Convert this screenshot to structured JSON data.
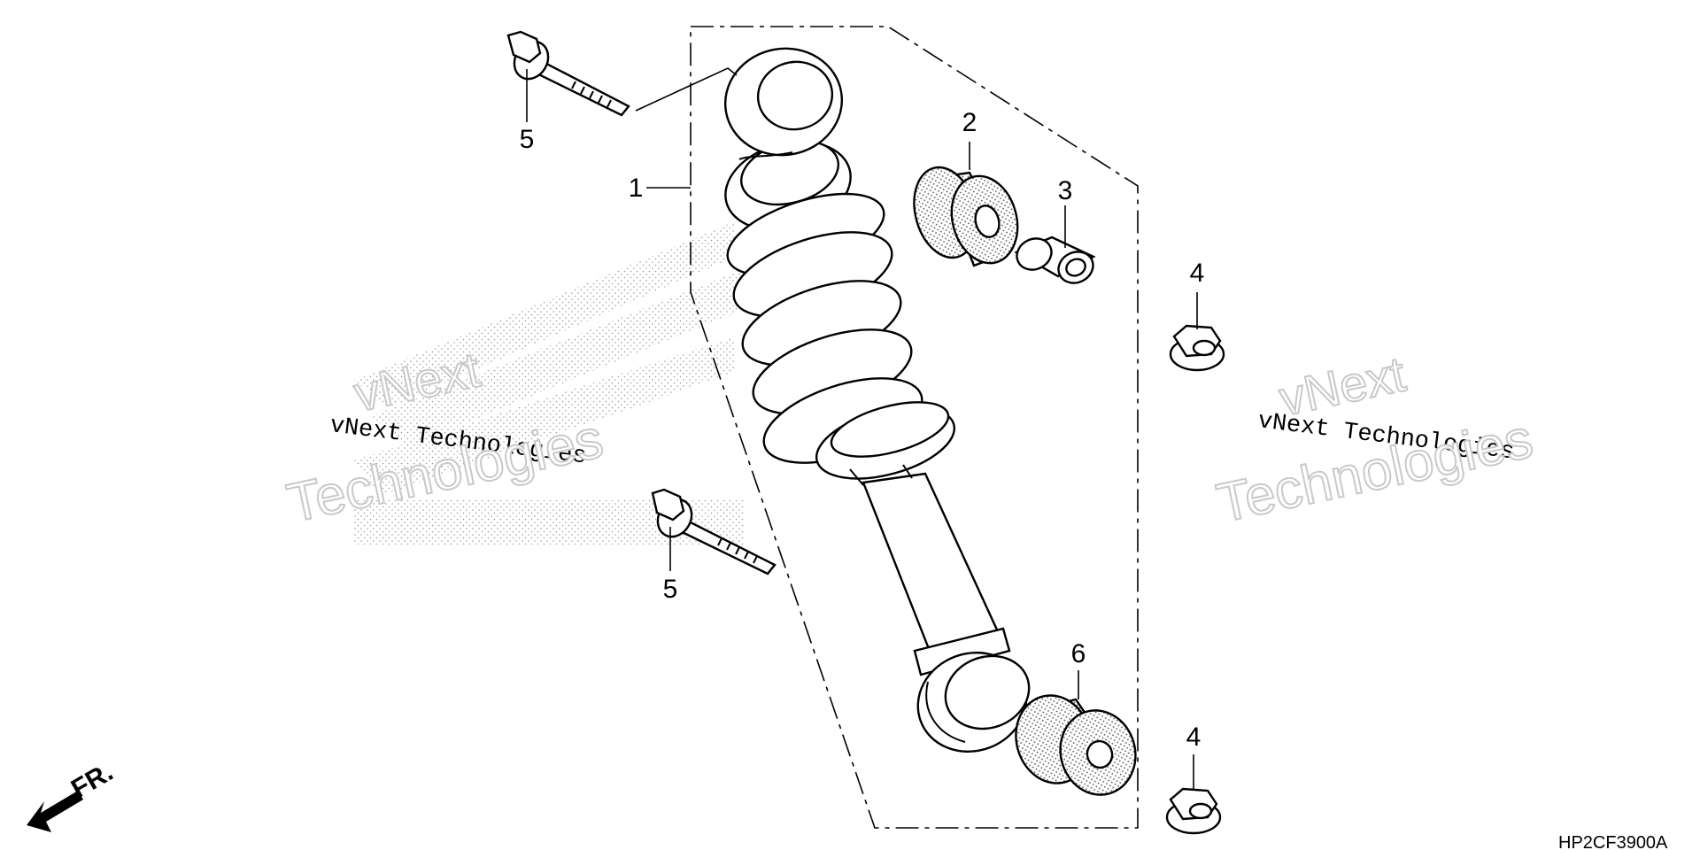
{
  "callouts": {
    "shock_absorber": "1",
    "upper_bushing": "2",
    "collar": "3",
    "nut_upper": "4",
    "nut_lower": "4",
    "bolt_upper": "5",
    "bolt_lower": "5",
    "lower_bushing": "6"
  },
  "watermarks": {
    "left": {
      "brand_top": "vNext",
      "brand_line": "vNext Technologies",
      "brand_bottom": "Technologies"
    },
    "right": {
      "brand_top": "vNext",
      "brand_line": "vNext Technologies",
      "brand_bottom": "Technologies"
    }
  },
  "front_indicator": "FR.",
  "diagram_code": "HP2CF3900A",
  "icons": [
    "front-direction-arrow-icon"
  ]
}
